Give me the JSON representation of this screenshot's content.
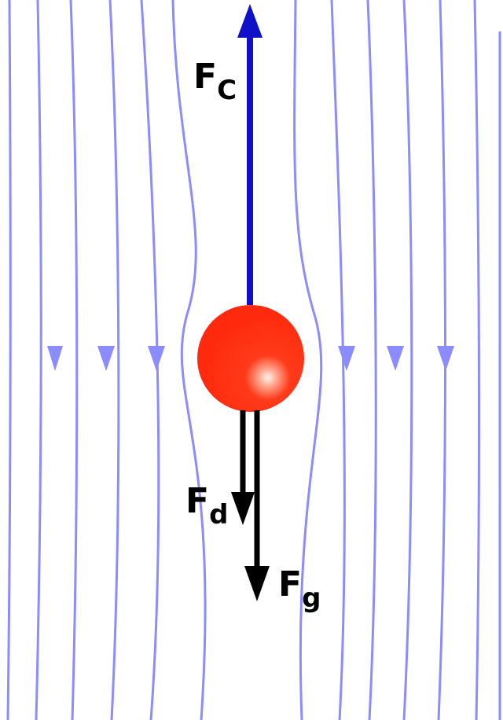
{
  "forces": {
    "buoyancy": {
      "symbol": "F",
      "subscript": "C",
      "color": "#1010c8"
    },
    "drag": {
      "symbol": "F",
      "subscript": "d",
      "color": "#000000"
    },
    "gravity": {
      "symbol": "F",
      "subscript": "g",
      "color": "#000000"
    }
  },
  "colors": {
    "streamline": "#8c8cff",
    "sphere": "#ff3a1a",
    "sphere_highlight": "#ffe0d0",
    "background": "#ffffff"
  }
}
